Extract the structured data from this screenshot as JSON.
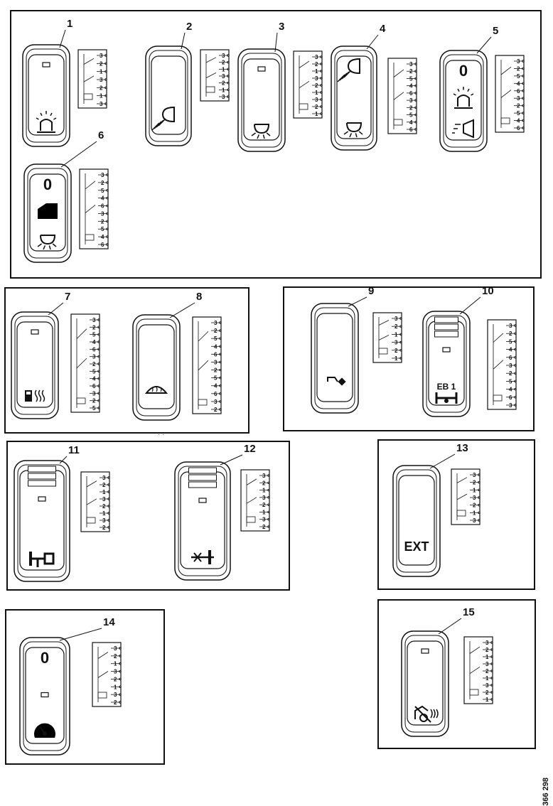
{
  "figure": {
    "doc_code": "366 298"
  },
  "switches": [
    {
      "number": "1",
      "symbols": [
        "indicator",
        "beacon"
      ]
    },
    {
      "number": "2",
      "symbols": [
        "low-beam"
      ]
    },
    {
      "number": "3",
      "symbols": [
        "indicator",
        "interior-light"
      ]
    },
    {
      "number": "4",
      "symbols": [
        "spotlight",
        "work-light"
      ]
    },
    {
      "number": "5",
      "symbols": [
        "zero",
        "beacon",
        "horn"
      ]
    },
    {
      "number": "6",
      "symbols": [
        "zero",
        "door",
        "work-light"
      ]
    },
    {
      "number": "7",
      "symbols": [
        "indicator",
        "fuel-heater"
      ]
    },
    {
      "number": "8",
      "symbols": [
        "windscreen-heater"
      ]
    },
    {
      "number": "9",
      "symbols": [
        "trailer-light"
      ]
    },
    {
      "number": "10",
      "symbols": [
        "indicator",
        "diff-lock-eb1"
      ]
    },
    {
      "number": "11",
      "symbols": [
        "indicator",
        "axle-lock"
      ]
    },
    {
      "number": "12",
      "symbols": [
        "indicator",
        "axle-cross"
      ]
    },
    {
      "number": "13",
      "symbols": [
        "ext-label"
      ]
    },
    {
      "number": "14",
      "symbols": [
        "zero",
        "indicator",
        "speed-limiter"
      ]
    },
    {
      "number": "15",
      "symbols": [
        "indicator",
        "audible-warning"
      ]
    }
  ],
  "symbol_text": {
    "zero": "0",
    "eb1": "EB 1",
    "ext": "EXT"
  },
  "wiring_terminals": {
    "three": [
      "3",
      "2",
      "1"
    ],
    "five": [
      "3",
      "2",
      "5",
      "4",
      "6"
    ]
  }
}
